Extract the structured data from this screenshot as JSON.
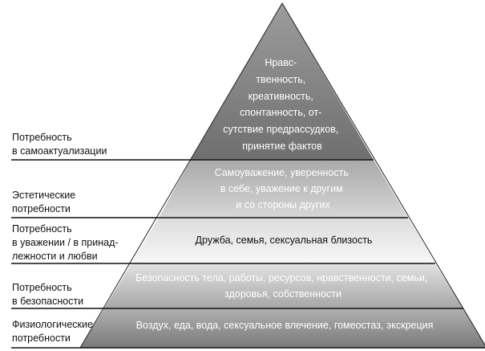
{
  "pyramid": {
    "tiers": [
      {
        "label": [
          "Потребность",
          "в самоактуализации"
        ],
        "content": [
          "Нравс-",
          "твенность,",
          "креативность,",
          "спонтанность, от-",
          "сутствие предрассудков,",
          "принятие фактов"
        ]
      },
      {
        "label": [
          "Эстетические",
          "потребности"
        ],
        "content": [
          "Самоуважение, уверенность",
          "в себе, уважение к другим",
          "и со стороны других"
        ]
      },
      {
        "label": [
          "Потребность",
          "в уважении / в принад-",
          "лежности и любви"
        ],
        "content": [
          "Дружба, семья, сексуальная близость"
        ]
      },
      {
        "label": [
          "Потребность",
          "в безопасности"
        ],
        "content": [
          "Безопасность тела, работы, ресурсов, нравственности, семьи,",
          "здоровья, собственности"
        ]
      },
      {
        "label": [
          "Физиологические",
          "потребности"
        ],
        "content": [
          "Воздух, еда, вода, сексуальное влечение, гомеостаз, экскреция"
        ]
      }
    ],
    "colors": {
      "tier_top": "#7d7d7d",
      "tier_2": "#bdbdbd",
      "tier_3": "#eeeeee",
      "tier_4": "#bcbcbc",
      "tier_bottom": "#909090",
      "line": "#111111"
    }
  }
}
